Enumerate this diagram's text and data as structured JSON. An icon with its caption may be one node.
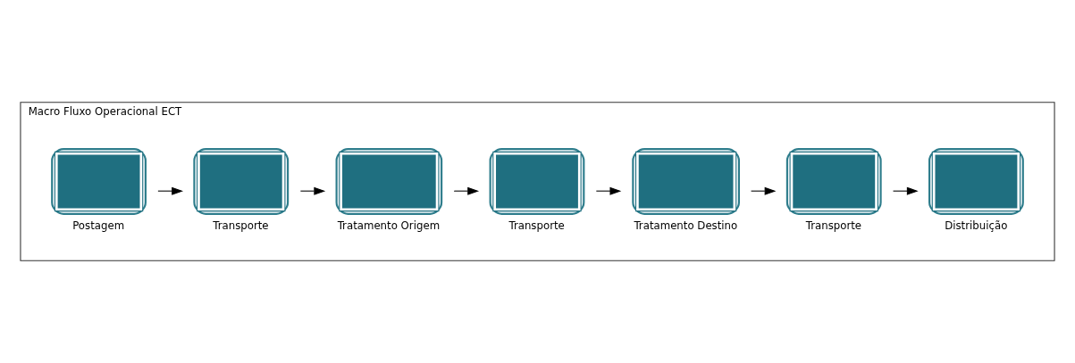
{
  "diagram": {
    "nodes": [
      {
        "text": [
          "Macro Fluxo Operacional ECT"
        ]
      },
      {
        "text": [
          "Postagem"
        ],
        "in": 0
      },
      {
        "text": [
          "Transporte"
        ],
        "in": 0
      },
      {
        "text": [
          "Tratamento Origem"
        ],
        "in": 0
      },
      {
        "text": [
          "Transporte"
        ],
        "in": 0
      },
      {
        "text": [
          "Tratamento Destino"
        ],
        "in": 0
      },
      {
        "text": [
          "Transporte"
        ],
        "in": 0
      },
      {
        "text": [
          "Distribuição"
        ],
        "in": 0
      }
    ],
    "edges": [
      {
        "from": 1,
        "to": 2,
        "arrow": "to"
      },
      {
        "from": 2,
        "to": 3,
        "arrow": "to"
      },
      {
        "from": 3,
        "to": 4,
        "arrow": "to"
      },
      {
        "from": 4,
        "to": 5,
        "arrow": "to"
      },
      {
        "from": 5,
        "to": 6,
        "arrow": "to"
      },
      {
        "from": 6,
        "to": 7,
        "arrow": "to"
      }
    ]
  }
}
